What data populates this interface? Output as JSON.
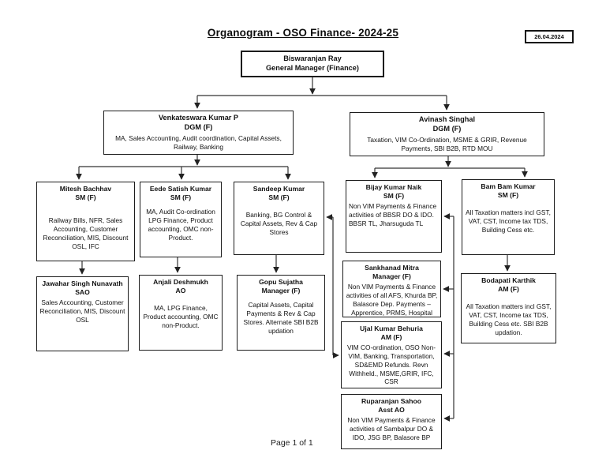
{
  "document": {
    "title": "Organogram - OSO Finance- 2024-25",
    "date_stamp": "26.04.2024",
    "page_footer": "Page 1 of 1"
  },
  "org": {
    "gm": {
      "name": "Biswaranjan Ray",
      "role": "General Manager (Finance)"
    },
    "venkateswara": {
      "name": "Venkateswara Kumar P",
      "role": "DGM (F)",
      "duties": "MA, Sales Accounting, Audit coordination, Capital Assets, Railway, Banking"
    },
    "avinash": {
      "name": "Avinash Singhal",
      "role": "DGM (F)",
      "duties": "Taxation, VIM Co-Ordination, MSME & GRIR, Revenue Payments, SBI B2B, RTD MOU"
    },
    "mitesh": {
      "name": "Mitesh Bachhav",
      "role": "SM (F)",
      "duties": "Railway Bills, NFR, Sales Accounting, Customer Reconciliation, MIS, Discount OSL, IFC"
    },
    "eede": {
      "name": "Eede Satish Kumar",
      "role": "SM (F)",
      "duties": "MA, Audit Co-ordination LPG Finance, Product accounting, OMC non-Product."
    },
    "sandeep": {
      "name": "Sandeep Kumar",
      "role": "SM (F)",
      "duties": "Banking, BG Control & Capital Assets, Rev & Cap Stores"
    },
    "bijay": {
      "name": "Bijay Kumar Naik",
      "role": "SM (F)",
      "duties": "Non VIM Payments & Finance activities of BBSR DO & IDO. BBSR TL, Jharsuguda TL"
    },
    "bambam": {
      "name": "Bam Bam Kumar",
      "role": "SM (F)",
      "duties": "All Taxation matters incl GST, VAT, CST, Income tax TDS, Building Cess etc."
    },
    "jawahar": {
      "name": "Jawahar Singh Nunavath",
      "role": "SAO",
      "duties": "Sales Accounting, Customer Reconciliation, MIS, Discount OSL"
    },
    "anjali": {
      "name": "Anjali Deshmukh",
      "role": "AO",
      "duties": "MA, LPG Finance, Product accounting, OMC non-Product."
    },
    "gopu": {
      "name": "Gopu Sujatha",
      "role": "Manager (F)",
      "duties": "Capital Assets, Capital Payments & Rev & Cap Stores. Alternate SBI B2B updation"
    },
    "sankhanad": {
      "name": "Sankhanad Mitra",
      "role": "Manager (F)",
      "duties": "Non VIM Payments & Finance activities of all AFS, Khurda BP, Balasore Dep. Payments – Apprentice, PRMS, Hospital"
    },
    "ujal": {
      "name": "Ujal Kumar Behuria",
      "role": "AM (F)",
      "duties": "VIM CO-ordination, OSO Non-VIM, Banking, Transportation, SD&EMD Refunds. Revn Withheld., MSME,GRIR, IFC, CSR"
    },
    "ruparanjan": {
      "name": "Ruparanjan Sahoo",
      "role": "Asst AO",
      "duties": "Non VIM Payments & Finance activities of Sambalpur DO & IDO, JSG BP, Balasore BP"
    },
    "bodapati": {
      "name": "Bodapati Karthik",
      "role": "AM (F)",
      "duties": "All Taxation matters incl GST, VAT, CST, Income tax TDS, Building Cess etc. SBI B2B updation."
    }
  }
}
